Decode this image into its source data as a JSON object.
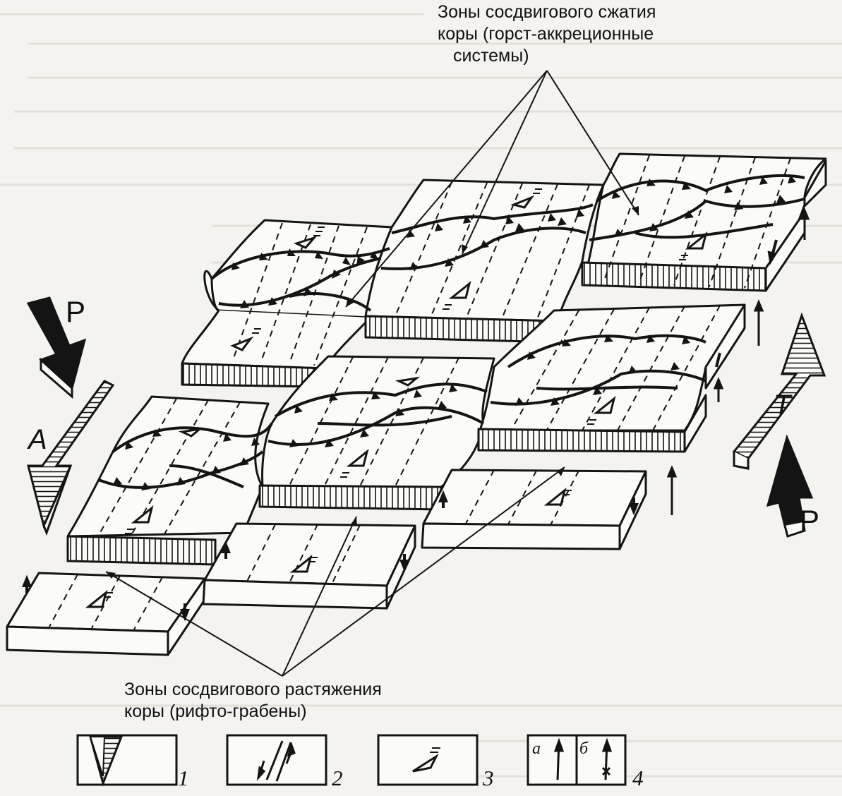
{
  "labels": {
    "compression_zones": "Зоны сосдвигового сжатия коры (горст-аккреционные системы)",
    "compression_line1": "Зоны сосдвигового сжатия",
    "compression_line2": "коры (горст-аккреционные",
    "compression_line3": "системы)",
    "extension_line1": "Зоны сосдвигового растяжения",
    "extension_line2": "коры (рифто-грабены)"
  },
  "force_letters": {
    "p_left": "P",
    "a_left": "A",
    "t_right": "T",
    "p_right": "P"
  },
  "legend": [
    {
      "number": "1",
      "symbol": "arrow-with-hatch-icon"
    },
    {
      "number": "2",
      "symbol": "strike-slip-icon"
    },
    {
      "number": "3",
      "symbol": "motion-triangle-icon"
    },
    {
      "number": "4",
      "symbol": "vertical-arrows-icon",
      "sub": [
        "а",
        "б"
      ]
    }
  ],
  "colors": {
    "ink": "#141414",
    "paper": "#f4f3ef",
    "block_fill": "#fbfbf8"
  }
}
